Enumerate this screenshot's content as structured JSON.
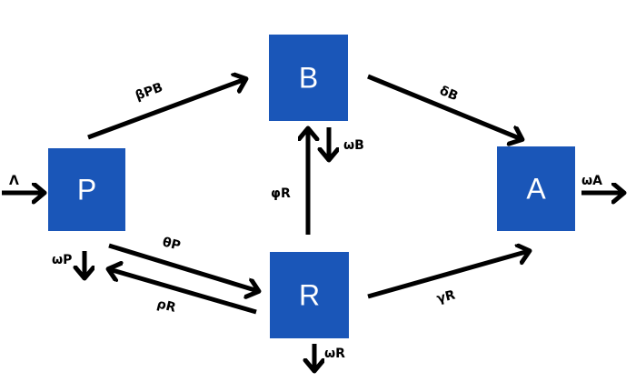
{
  "colors": {
    "node_fill": "#1a56b8",
    "arrow": "#000000",
    "background": "#ffffff"
  },
  "nodes": {
    "P": "P",
    "B": "B",
    "R": "R",
    "A": "A"
  },
  "edges": {
    "inflow_P": "Λ",
    "P_to_B": "βPB",
    "B_to_A": "δB",
    "B_out": "ωB",
    "R_to_B": "φR",
    "P_out": "ωP",
    "P_to_R": "θP",
    "R_to_P": "ρR",
    "R_to_A": "γR",
    "R_out": "ωR",
    "A_out": "ωA"
  }
}
